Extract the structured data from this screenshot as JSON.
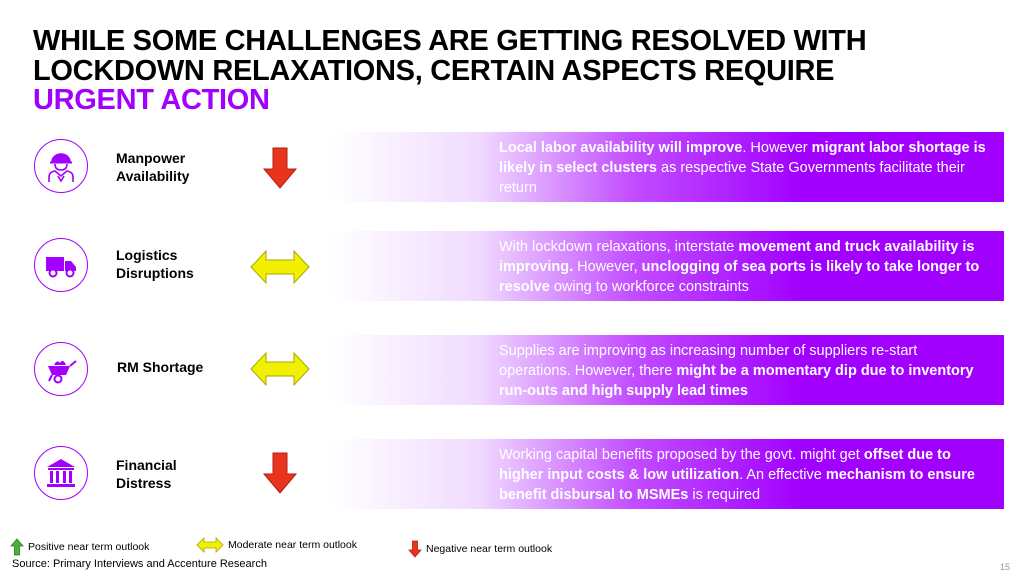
{
  "title": {
    "line1": "WHILE SOME CHALLENGES ARE GETTING RESOLVED WITH",
    "line2": "LOCKDOWN RELAXATIONS, CERTAIN  ASPECTS REQUIRE",
    "accent": "URGENT ACTION"
  },
  "rows": [
    {
      "label_line1": "Manpower",
      "label_line2": "Availability",
      "icon": "worker-hardhat-icon",
      "outlook": "negative",
      "desc": [
        {
          "t": "Local labor availability will improve",
          "b": true
        },
        {
          "t": ". However ",
          "b": false
        },
        {
          "t": "migrant labor shortage is likely in select clusters",
          "b": true
        },
        {
          "t": " as respective State Governments facilitate their return",
          "b": false
        }
      ]
    },
    {
      "label_line1": "Logistics",
      "label_line2": "Disruptions",
      "icon": "truck-icon",
      "outlook": "moderate",
      "desc": [
        {
          "t": "With lockdown relaxations, interstate ",
          "b": false
        },
        {
          "t": "movement and truck availability is improving.",
          "b": true
        },
        {
          "t": " However, ",
          "b": false
        },
        {
          "t": "unclogging of sea ports is likely to take longer to resolve",
          "b": true
        },
        {
          "t": " owing to workforce constraints",
          "b": false
        }
      ]
    },
    {
      "label_line1": "RM Shortage",
      "label_line2": "",
      "icon": "wheelbarrow-icon",
      "outlook": "moderate",
      "desc": [
        {
          "t": "Supplies are improving as increasing number of suppliers re-start operations. However, there ",
          "b": false
        },
        {
          "t": "might be a momentary dip due to inventory run-outs and high supply lead times",
          "b": true
        }
      ]
    },
    {
      "label_line1": "Financial",
      "label_line2": "Distress",
      "icon": "bank-building-icon",
      "outlook": "negative",
      "desc": [
        {
          "t": "Working capital benefits proposed by the govt. might get ",
          "b": false
        },
        {
          "t": "offset due to higher input costs & low utilization",
          "b": true
        },
        {
          "t": ". An effective ",
          "b": false
        },
        {
          "t": "mechanism to ensure benefit disbursal to MSMEs",
          "b": true
        },
        {
          "t": " is required",
          "b": false
        }
      ]
    }
  ],
  "legend": {
    "positive": "Positive near term outlook",
    "moderate": "Moderate near term outlook",
    "negative": "Negative near term outlook"
  },
  "source": "Source: Primary Interviews and Accenture Research",
  "page_number": "15",
  "colors": {
    "accent": "#a100ff",
    "negative_arrow": "#e8341c",
    "moderate_arrow": "#f0f000",
    "positive_arrow": "#4caf3a"
  }
}
